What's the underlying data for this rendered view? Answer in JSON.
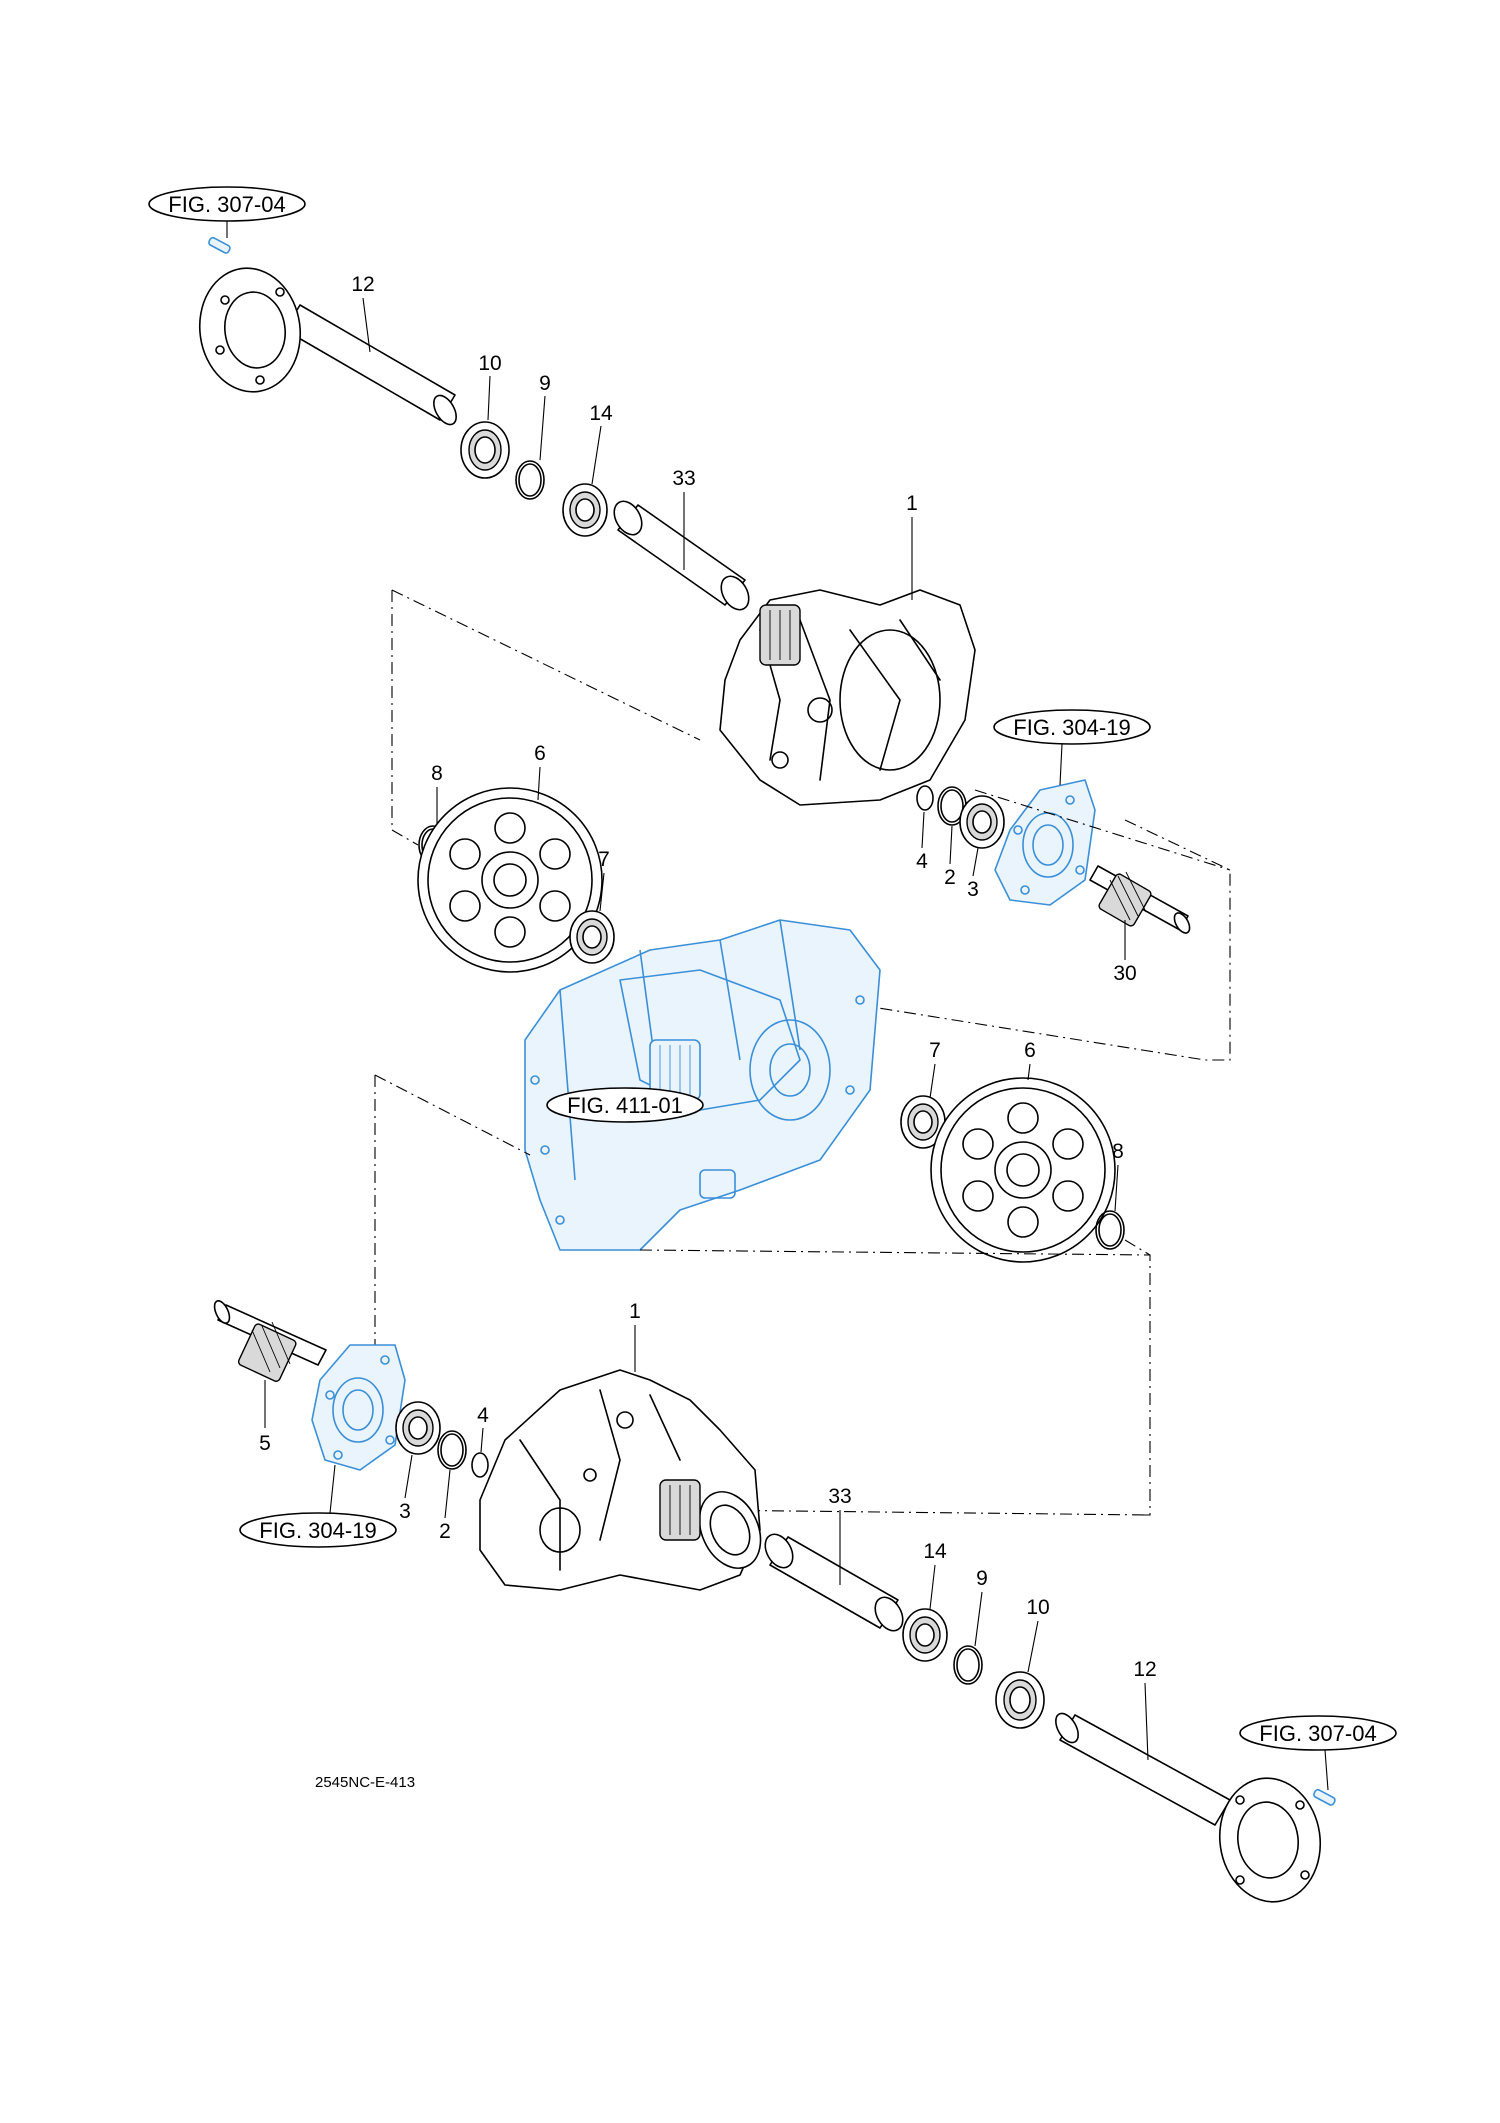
{
  "figure_refs": {
    "top_left": "FIG. 307-04",
    "upper_right": "FIG. 304-19",
    "center": "FIG. 411-01",
    "lower_left": "FIG. 304-19",
    "bottom_right": "FIG. 307-04"
  },
  "callouts": {
    "upper_axle": "12",
    "upper_seal": "10",
    "upper_snap_ring": "9",
    "upper_bearing": "14",
    "upper_spacer": "33",
    "upper_housing": "1",
    "upper_gear_ring": "8",
    "upper_gear": "6",
    "upper_gear_bearing": "7",
    "upper_ring_4": "4",
    "upper_ring_2": "2",
    "upper_bearing_3": "3",
    "upper_pinion": "30",
    "lower_gear_bearing": "7",
    "lower_gear": "6",
    "lower_gear_ring": "8",
    "lower_housing": "1",
    "lower_pinion": "5",
    "lower_bearing_3": "3",
    "lower_ring_2": "2",
    "lower_ring_4": "4",
    "lower_spacer": "33",
    "lower_bearing": "14",
    "lower_snap_ring": "9",
    "lower_seal": "10",
    "lower_axle": "12"
  },
  "drawing_code": "2545NC-E-413",
  "colors": {
    "line": "#000000",
    "reference_part": "#3a8fd8"
  }
}
